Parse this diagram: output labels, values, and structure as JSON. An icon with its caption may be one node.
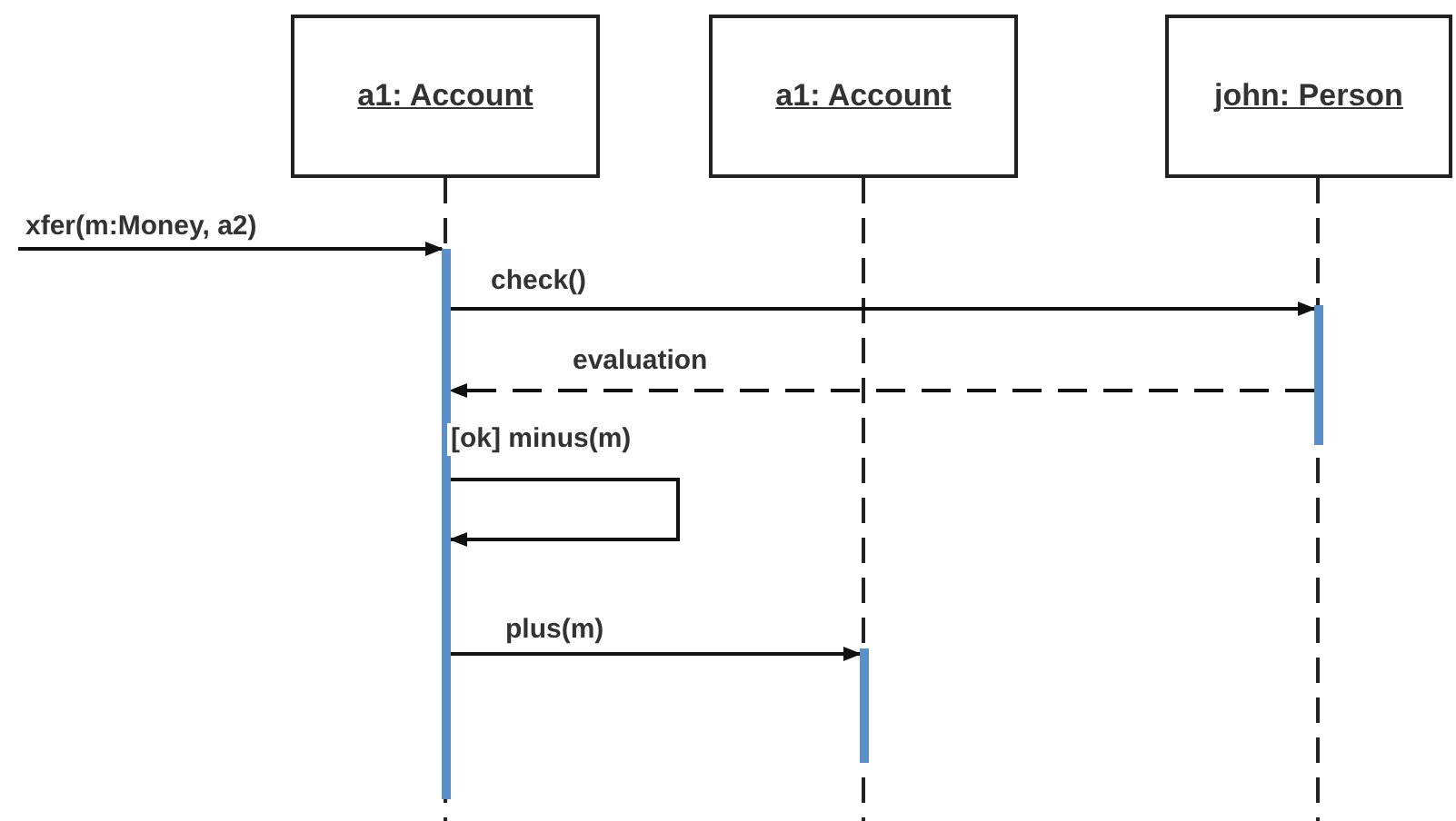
{
  "diagram": {
    "nodes": [
      {
        "text": [
          "a1: Account"
        ]
      },
      {
        "text": [
          "a1: Account"
        ]
      },
      {
        "text": [
          "john: Person"
        ]
      },
      {
        "text": [],
        "shape": "bar"
      },
      {
        "text": [],
        "shape": "bar"
      },
      {
        "text": [],
        "shape": "bar"
      }
    ],
    "edges": [
      {
        "from": null,
        "to": 3,
        "arrow": "to",
        "label": "xfer(m:Money, a2)"
      },
      {
        "from": 3,
        "to": 5,
        "arrow": "to",
        "label": "check()"
      },
      {
        "from": 5,
        "to": 3,
        "arrow": "to",
        "label": "evaluation",
        "style": "dashed"
      },
      {
        "from": 3,
        "to": 3,
        "arrow": "to",
        "label": "[ok] minus(m)"
      },
      {
        "from": 3,
        "to": 4,
        "arrow": "to",
        "label": "plus(m)"
      }
    ]
  }
}
